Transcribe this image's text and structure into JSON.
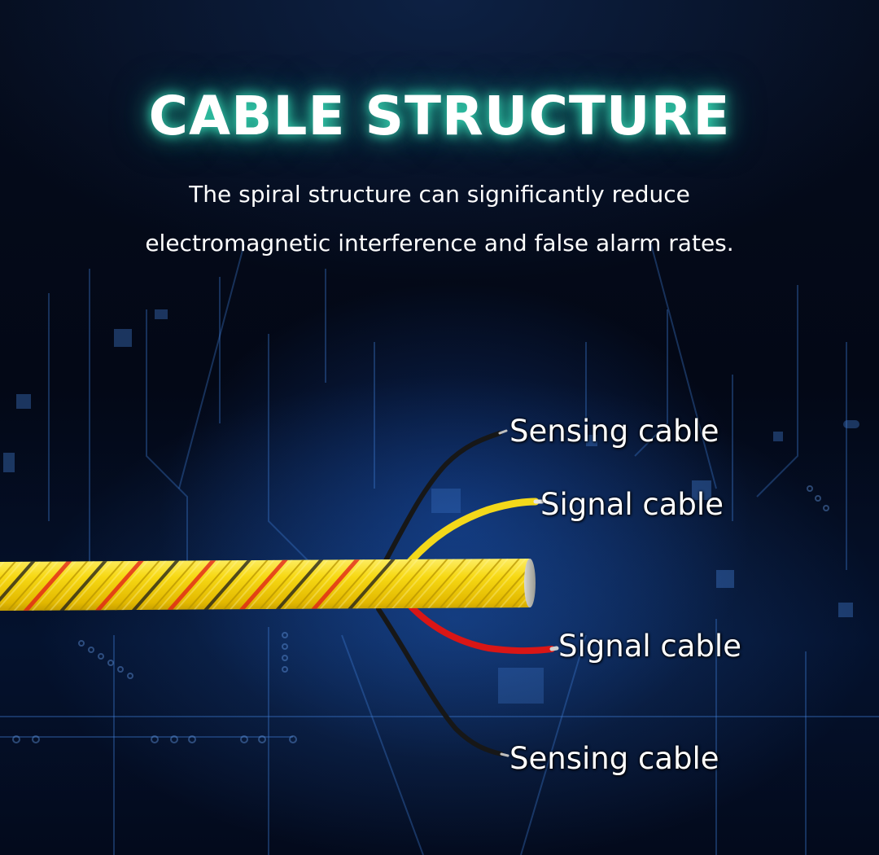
{
  "title": "CABLE STRUCTURE",
  "subtitle": {
    "line1": "The spiral structure can significantly reduce",
    "line2": "electromagnetic interference and false alarm rates."
  },
  "labels": {
    "sensing_top": "Sensing cable",
    "signal_top": "Signal cable",
    "signal_bottom": "Signal cable",
    "sensing_bottom": "Sensing cable"
  },
  "colors": {
    "title_glow": "#3ce6be",
    "jacket_yellow": "#f5d20c",
    "signal_yellow": "#f6dc1e",
    "signal_red": "#e01818",
    "sensing_black": "#1a1a1a",
    "background": "#030816"
  }
}
